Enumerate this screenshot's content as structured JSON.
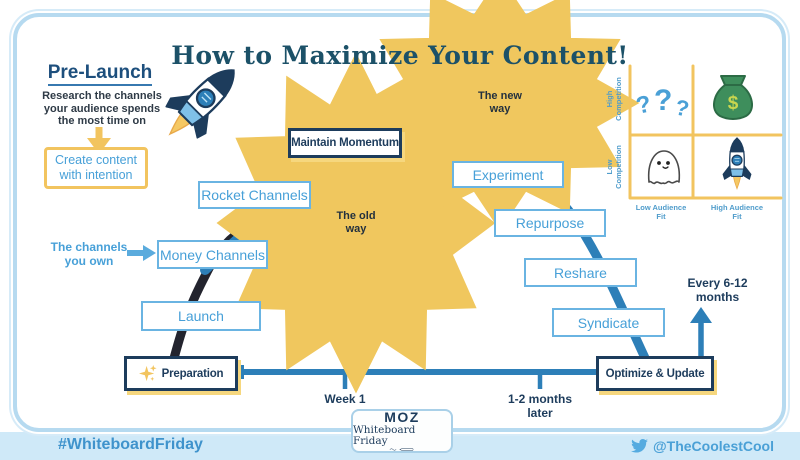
{
  "title": "How to Maximize Your Content!",
  "prelaunch": {
    "heading": "Pre-Launch",
    "line1": "Research the channels",
    "line2": "your audience spends",
    "line3": "the most time on",
    "create_box_line1": "Create content",
    "create_box_line2": "with intention"
  },
  "flow": {
    "maintain_momentum": "Maintain Momentum",
    "rocket_channels": "Rocket Channels",
    "money_channels": "Money Channels",
    "launch": "Launch",
    "preparation": "Preparation",
    "experiment": "Experiment",
    "repurpose": "Repurpose",
    "reshare": "Reshare",
    "syndicate": "Syndicate",
    "optimize_update": "Optimize & Update",
    "channels_you_own_line1": "The channels",
    "channels_you_own_line2": "you own"
  },
  "callouts": {
    "old_way_line1": "The old",
    "old_way_line2": "way",
    "new_way_line1": "The new",
    "new_way_line2": "way"
  },
  "timeline": {
    "week1": "Week 1",
    "months_1_2_line1": "1-2 months",
    "months_1_2_line2": "later",
    "every_6_12_line1": "Every 6-12",
    "every_6_12_line2": "months"
  },
  "quadrant": {
    "y_top_line1": "High",
    "y_top_line2": "Competition",
    "y_bottom_line1": "Low",
    "y_bottom_line2": "Competition",
    "x_left_line1": "Low Audience",
    "x_left_line2": "Fit",
    "x_right_line1": "High Audience",
    "x_right_line2": "Fit",
    "qmarks": [
      "?",
      "?",
      "?"
    ],
    "money_symbol": "$"
  },
  "footer": {
    "hashtag": "#WhiteboardFriday",
    "handle": "@TheCoolestCool"
  },
  "badge": {
    "brand": "MOZ",
    "series": "Whiteboard Friday"
  },
  "colors": {
    "navy": "#1d3c5c",
    "flow_blue": "#2d7fb8",
    "light_blue_border": "#6ab4e2",
    "text_blue": "#47a0d8",
    "yellow": "#f2c45f",
    "old_way_black": "#23242e",
    "footer_strip": "#cfe9f8",
    "money_green": "#3e8e5c"
  }
}
